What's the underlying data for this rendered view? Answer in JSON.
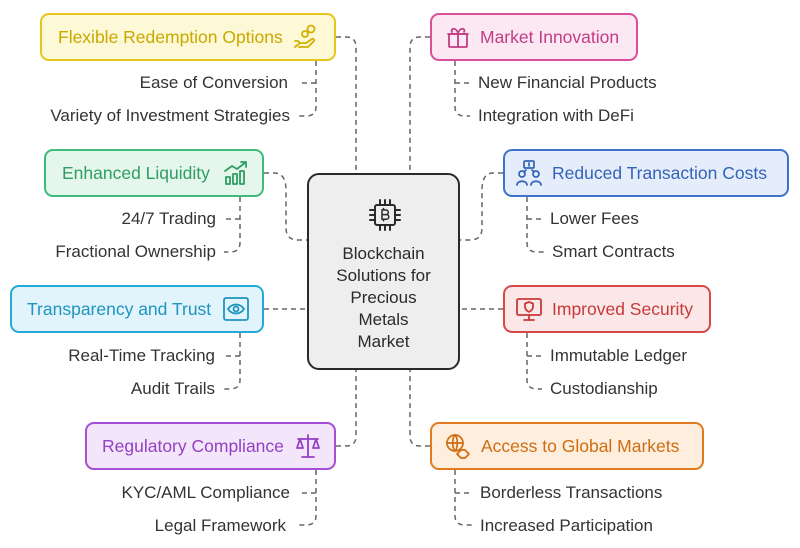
{
  "center": {
    "lines": [
      "Blockchain",
      "Solutions for",
      "Precious",
      "Metals",
      "Market"
    ],
    "icon": "bitcoin-chip-icon"
  },
  "colors": {
    "yellow": "#e6c619",
    "pink": "#d94f9c",
    "green": "#3fba7a",
    "blue": "#3f72c9",
    "cyan": "#25a9d6",
    "red": "#d94848",
    "purple": "#a44fd6",
    "orange": "#e07b1f",
    "connector": "#666666"
  },
  "branches": [
    {
      "id": "flexible-redemption",
      "label": "Flexible Redemption Options",
      "icon": "hand-coins-icon",
      "subs": [
        "Ease of Conversion",
        "Variety of Investment Strategies"
      ]
    },
    {
      "id": "market-innovation",
      "label": "Market Innovation",
      "icon": "gift-box-icon",
      "subs": [
        "New Financial Products",
        "Integration with DeFi"
      ]
    },
    {
      "id": "enhanced-liquidity",
      "label": "Enhanced Liquidity",
      "icon": "bar-chart-trend-icon",
      "subs": [
        "24/7 Trading",
        "Fractional Ownership"
      ]
    },
    {
      "id": "reduced-costs",
      "label": "Reduced Transaction Costs",
      "icon": "people-exchange-icon",
      "subs": [
        "Lower Fees",
        "Smart Contracts"
      ]
    },
    {
      "id": "transparency",
      "label": "Transparency and Trust",
      "icon": "eye-scan-icon",
      "subs": [
        "Real-Time Tracking",
        "Audit Trails"
      ]
    },
    {
      "id": "improved-security",
      "label": "Improved Security",
      "icon": "shield-monitor-icon",
      "subs": [
        "Immutable Ledger",
        "Custodianship"
      ]
    },
    {
      "id": "regulatory",
      "label": "Regulatory Compliance",
      "icon": "scales-icon",
      "subs": [
        "KYC/AML Compliance",
        "Legal Framework"
      ]
    },
    {
      "id": "global-markets",
      "label": "Access to Global Markets",
      "icon": "globe-handshake-icon",
      "subs": [
        "Borderless Transactions",
        "Increased Participation"
      ]
    }
  ]
}
